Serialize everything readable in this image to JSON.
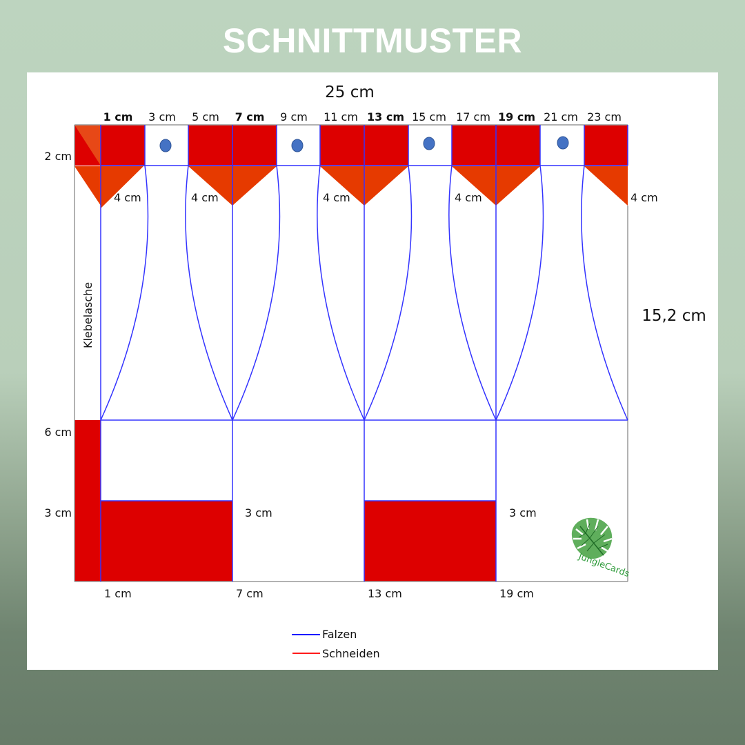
{
  "title": "SCHNITTMUSTER",
  "diagram": {
    "width_label": "25 cm",
    "height_label": "15,2 cm",
    "top_ticks": [
      {
        "label": "1 cm",
        "bold": true
      },
      {
        "label": "3 cm",
        "bold": false
      },
      {
        "label": "5 cm",
        "bold": false
      },
      {
        "label": "7 cm",
        "bold": true
      },
      {
        "label": "9 cm",
        "bold": false
      },
      {
        "label": "11 cm",
        "bold": false
      },
      {
        "label": "13 cm",
        "bold": true
      },
      {
        "label": "15 cm",
        "bold": false
      },
      {
        "label": "17 cm",
        "bold": false
      },
      {
        "label": "19 cm",
        "bold": true
      },
      {
        "label": "21 cm",
        "bold": false
      },
      {
        "label": "23 cm",
        "bold": false
      }
    ],
    "left_labels": {
      "top_strip": "2 cm",
      "bottom_section": "6 cm",
      "bottom_flap": "3 cm"
    },
    "triangle_labels": [
      "4 cm",
      "4 cm",
      "4 cm",
      "4 cm",
      "4 cm"
    ],
    "glue_flap_label": "Klebelasche",
    "bottom_flap_labels": [
      "3 cm",
      "3 cm"
    ],
    "bottom_ticks": [
      "1 cm",
      "7 cm",
      "13 cm",
      "19 cm"
    ],
    "legend": [
      {
        "label": "Falzen",
        "color": "#1a1aff"
      },
      {
        "label": "Schneiden",
        "color": "#ff1a1a"
      }
    ],
    "logo_text": "JungleCards",
    "colors": {
      "cut_fill": "#dd0000",
      "triangle_fill": "#e63a00",
      "fold_line": "#3333ff",
      "outline": "#999999",
      "hole": "#4472c4",
      "logo_green": "#2e9b3a"
    }
  }
}
